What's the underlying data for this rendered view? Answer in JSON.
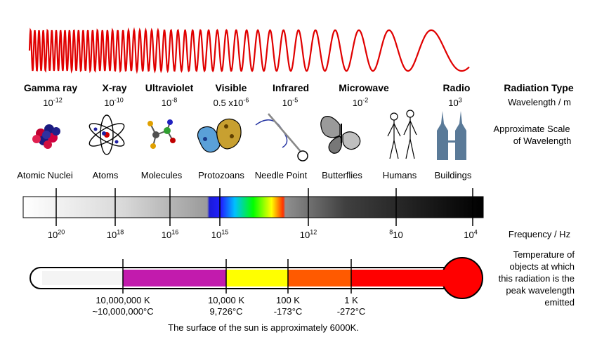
{
  "bands": [
    {
      "name": "Gamma ray",
      "wl_base": "10",
      "wl_exp": "-12",
      "scale": "Atomic Nuclei"
    },
    {
      "name": "X-ray",
      "wl_base": "10",
      "wl_exp": "-10",
      "scale": "Atoms"
    },
    {
      "name": "Ultraviolet",
      "wl_base": "10",
      "wl_exp": "-8",
      "scale": "Molecules"
    },
    {
      "name": "Visible",
      "wl_base": "0.5 x10",
      "wl_exp": "-6",
      "scale": "Protozoans"
    },
    {
      "name": "Infrared",
      "wl_base": "10",
      "wl_exp": "-5",
      "scale": "Needle Point"
    },
    {
      "name": "Microwave",
      "wl_base": "10",
      "wl_exp": "-2",
      "scale": "Butterflies"
    },
    {
      "name": "Radio",
      "wl_base": "10",
      "wl_exp": "3",
      "scale": "Humans"
    }
  ],
  "extra_scale": "Buildings",
  "right_labels": {
    "radiation_type": "Radiation Type",
    "wavelength": "Wavelength / m",
    "approx_scale_1": "Approximate Scale",
    "approx_scale_2": "of Wavelength",
    "frequency": "Frequency / Hz",
    "temp_1": "Temperature of",
    "temp_2": "objects at which",
    "temp_3": "this radiation is the",
    "temp_4": "peak wavelength",
    "temp_5": "emitted"
  },
  "frequencies": [
    {
      "base": "10",
      "exp": "20"
    },
    {
      "base": "10",
      "exp": "18"
    },
    {
      "base": "10",
      "exp": "16"
    },
    {
      "base": "10",
      "exp": "15"
    },
    {
      "base": "10",
      "exp": "12"
    },
    {
      "base": "10",
      "pre": "8"
    },
    {
      "base": "10",
      "exp": "4"
    }
  ],
  "temperatures": [
    {
      "k": "10,000,000 K",
      "c": "~10,000,000°C"
    },
    {
      "k": "10,000 K",
      "c": "9,726°C"
    },
    {
      "k": "100 K",
      "c": "-173°C"
    },
    {
      "k": "1 K",
      "c": "-272°C"
    }
  ],
  "footnote": "The surface of the sun is approximately 6000K.",
  "colors": {
    "wave": "#e00000",
    "thermo_magenta": "#c21bad",
    "thermo_yellow": "#ffff00",
    "thermo_orange": "#ff5a00",
    "thermo_red": "#ff0000"
  },
  "icons": [
    "nucleus-icon",
    "atom-icon",
    "molecule-icon",
    "protozoa-icon",
    "needle-icon",
    "butterfly-icon",
    "humans-icon",
    "buildings-icon"
  ]
}
